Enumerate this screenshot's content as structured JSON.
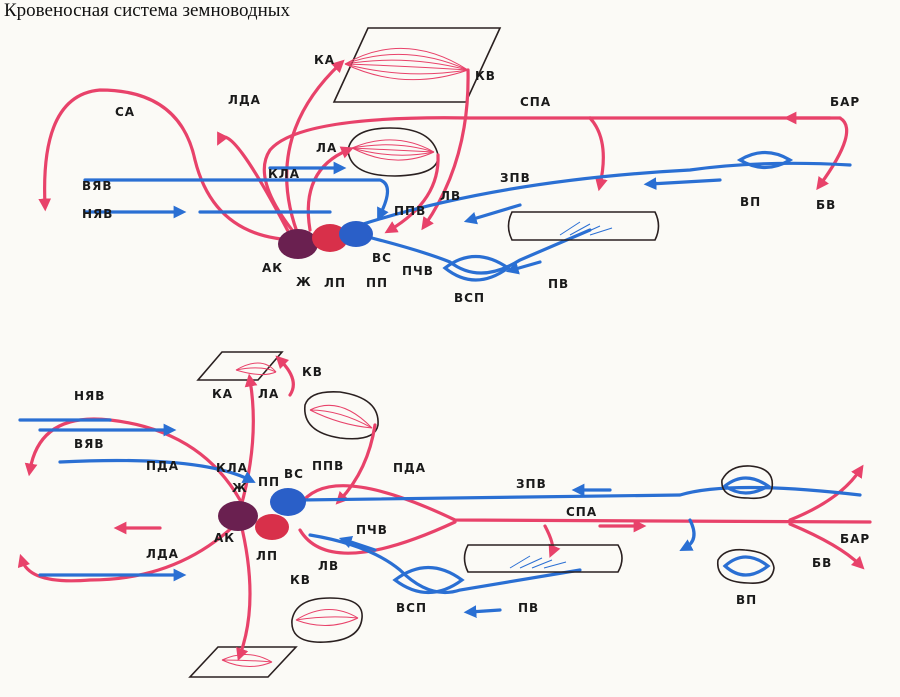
{
  "title": "Кровеносная система земноводных",
  "colors": {
    "arterial": "#e8426a",
    "venous": "#2a6fd3",
    "outline": "#2a2020",
    "heart_dark": "#6a2050",
    "heart_blue": "#2a5fc8",
    "heart_red": "#d8304a"
  },
  "top_labels": {
    "ka": "КА",
    "kv": "КВ",
    "lda": "ЛДА",
    "sa": "СА",
    "spa": "СПА",
    "bar": "БАР",
    "la": "ЛА",
    "kla": "КЛА",
    "vyav": "ВЯВ",
    "nyav": "НЯВ",
    "zpv": "ЗПВ",
    "lv": "ЛВ",
    "ppv": "ППВ",
    "vp": "ВП",
    "bv": "БВ",
    "vs": "ВС",
    "ak": "АК",
    "zh": "Ж",
    "lp": "ЛП",
    "pp": "ПП",
    "pchv": "ПЧВ",
    "pv": "ПВ",
    "vsp": "ВСП"
  },
  "bottom_labels": {
    "kv": "КВ",
    "ka": "КА",
    "la": "ЛА",
    "nyav": "НЯВ",
    "vyav": "ВЯВ",
    "pda_left": "ПДА",
    "kla": "КЛА",
    "vs": "ВС",
    "ppv": "ППВ",
    "pda_right": "ПДА",
    "zh": "Ж",
    "pp": "ПП",
    "zpv": "ЗПВ",
    "spa": "СПА",
    "ak": "АК",
    "pchv": "ПЧВ",
    "bar": "БАР",
    "lda": "ЛДА",
    "lp": "ЛП",
    "lv": "ЛВ",
    "bv": "БВ",
    "kv2": "КВ",
    "vsp": "ВСП",
    "pv": "ПВ",
    "vp": "ВП"
  }
}
